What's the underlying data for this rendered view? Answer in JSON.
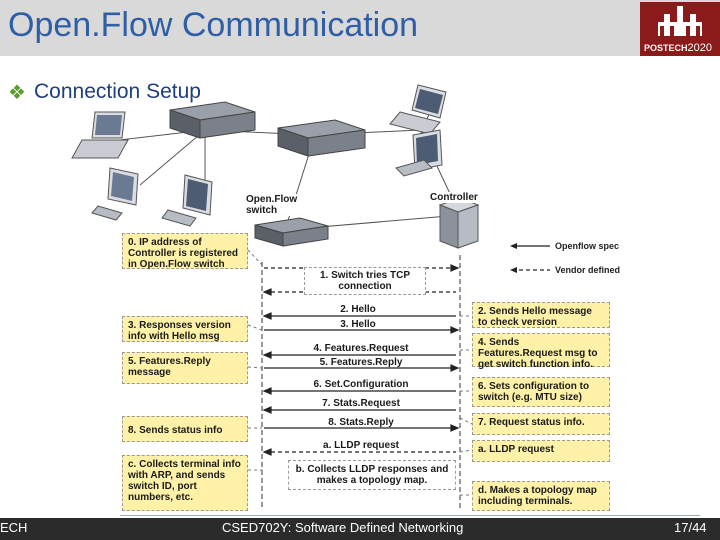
{
  "slide": {
    "title": "Open.Flow Communication",
    "subtitle": "Connection Setup",
    "footer_left": "ECH",
    "footer_center": "CSED702Y: Software Defined Networking",
    "footer_right": "17/44",
    "logo_text": "POSTECH",
    "logo_year": "2020"
  },
  "diagram": {
    "switch_label": "Open.Flow switch",
    "controller_label": "Controller",
    "legend": {
      "openflow_spec": "Openflow spec",
      "vendor_defined": "Vendor defined"
    },
    "left_boxes": [
      "0. IP address of Controller is registered in Open.Flow switch",
      "3. Responses version info with Hello msg",
      "5. Features.Reply message",
      "8. Sends status info",
      "c. Collects terminal info with ARP, and sends switch ID, port numbers, etc."
    ],
    "right_boxes": [
      "2. Sends Hello message to check version",
      "4. Sends Features.Request msg to get switch function info.",
      "6. Sets configuration to switch (e.g. MTU size)",
      "7. Request status info.",
      "a. LLDP request",
      "d. Makes a topology map including terminals."
    ],
    "messages": [
      "1. Switch tries TCP connection",
      "2. Hello",
      "3. Hello",
      "4. Features.Request",
      "5. Features.Reply",
      "6. Set.Configuration",
      "7. Stats.Request",
      "8. Stats.Reply",
      "a. LLDP request",
      "b. Collects LLDP responses and makes a topology map."
    ]
  },
  "colors": {
    "title": "#2e5ea6",
    "box_fill": "#fff2a8",
    "logo": "#8b1a1a"
  }
}
